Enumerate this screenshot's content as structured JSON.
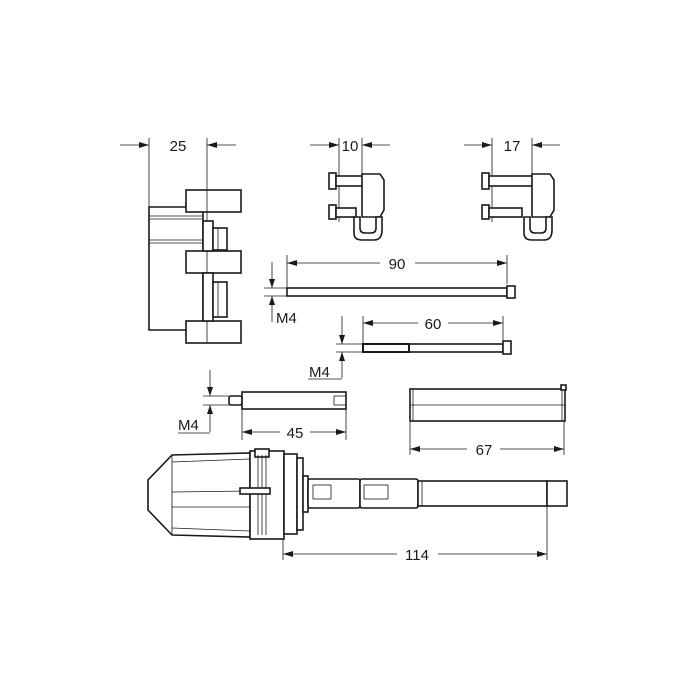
{
  "drawing": {
    "type": "technical-parts-drawing",
    "background": "#ffffff",
    "line_color": "#1a1a1a"
  },
  "parts": [
    {
      "id": "adapter-block",
      "dimension": {
        "label": "25",
        "orientation": "horizontal"
      }
    },
    {
      "id": "clip-small",
      "dimension": {
        "label": "10",
        "orientation": "horizontal"
      }
    },
    {
      "id": "clip-large",
      "dimension": {
        "label": "17",
        "orientation": "horizontal"
      }
    },
    {
      "id": "screw-90",
      "dimension": {
        "label": "90",
        "orientation": "horizontal"
      },
      "thread": {
        "label": "M4"
      }
    },
    {
      "id": "screw-60",
      "dimension": {
        "label": "60",
        "orientation": "horizontal"
      },
      "thread": {
        "label": "M4"
      }
    },
    {
      "id": "extension-45",
      "dimension": {
        "label": "45",
        "orientation": "horizontal"
      },
      "thread": {
        "label": "M4"
      }
    },
    {
      "id": "sleeve-67",
      "dimension": {
        "label": "67",
        "orientation": "horizontal"
      }
    },
    {
      "id": "spindle-extension-114",
      "dimension": {
        "label": "114",
        "orientation": "horizontal"
      }
    }
  ],
  "labels": {
    "dim_25": "25",
    "dim_10": "10",
    "dim_17": "17",
    "dim_90": "90",
    "dim_60": "60",
    "dim_45": "45",
    "dim_67": "67",
    "dim_114": "114",
    "thread_90": "M4",
    "thread_60": "M4",
    "thread_45": "M4"
  }
}
